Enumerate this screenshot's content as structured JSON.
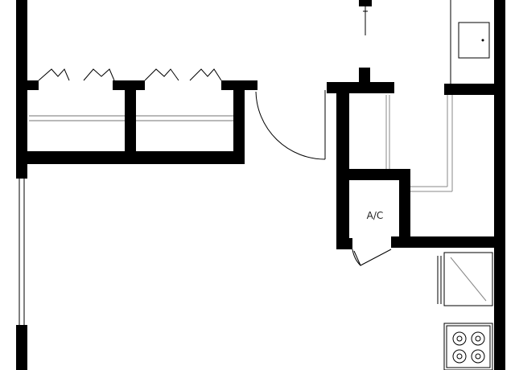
{
  "plan": {
    "rooms": {
      "ac_closet": {
        "label": "A/C"
      }
    },
    "colors": {
      "wall": "#000000",
      "line": "#000000",
      "fixture": "#444444",
      "background": "#ffffff"
    },
    "fixtures": [
      "closet-hangers",
      "swing-door",
      "sink",
      "range",
      "refrigerator",
      "window"
    ]
  }
}
